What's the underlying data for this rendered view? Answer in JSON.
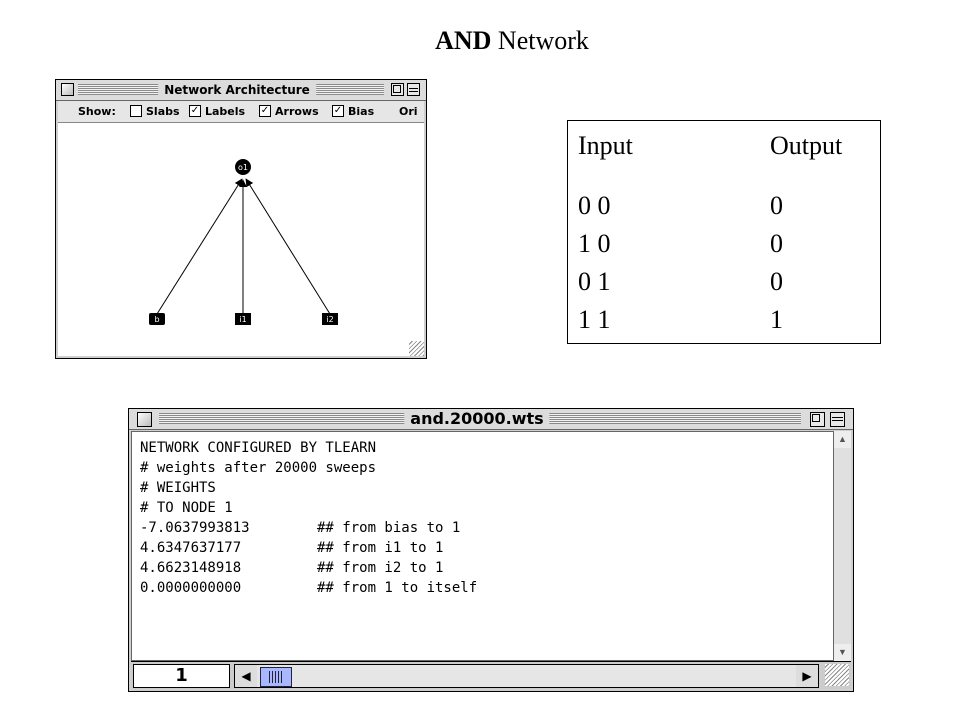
{
  "slide": {
    "title_bold": "AND",
    "title_rest": " Network"
  },
  "network_window": {
    "title": "Network Architecture",
    "show_label": "Show:",
    "options": [
      {
        "label": "Slabs",
        "checked": false
      },
      {
        "label": "Labels",
        "checked": true
      },
      {
        "label": "Arrows",
        "checked": true
      },
      {
        "label": "Bias",
        "checked": true
      }
    ],
    "extra_option": "Ori",
    "nodes": {
      "output": "o1",
      "bias": "b",
      "input1": "i1",
      "input2": "i2"
    }
  },
  "truth_table": {
    "headers": [
      "Input",
      "Output"
    ],
    "rows": [
      {
        "input": "0 0",
        "output": "0"
      },
      {
        "input": "1 0",
        "output": "0"
      },
      {
        "input": "0 1",
        "output": "0"
      },
      {
        "input": "1 1",
        "output": "1"
      }
    ]
  },
  "weights_window": {
    "title": "and.20000.wts",
    "lines": [
      "NETWORK CONFIGURED BY TLEARN",
      "# weights after 20000 sweeps",
      "# WEIGHTS",
      "# TO NODE 1",
      "-7.0637993813        ## from bias to 1",
      "4.6347637177         ## from i1 to 1",
      "4.6623148918         ## from i2 to 1",
      "0.0000000000         ## from 1 to itself"
    ],
    "page_number": "1"
  }
}
